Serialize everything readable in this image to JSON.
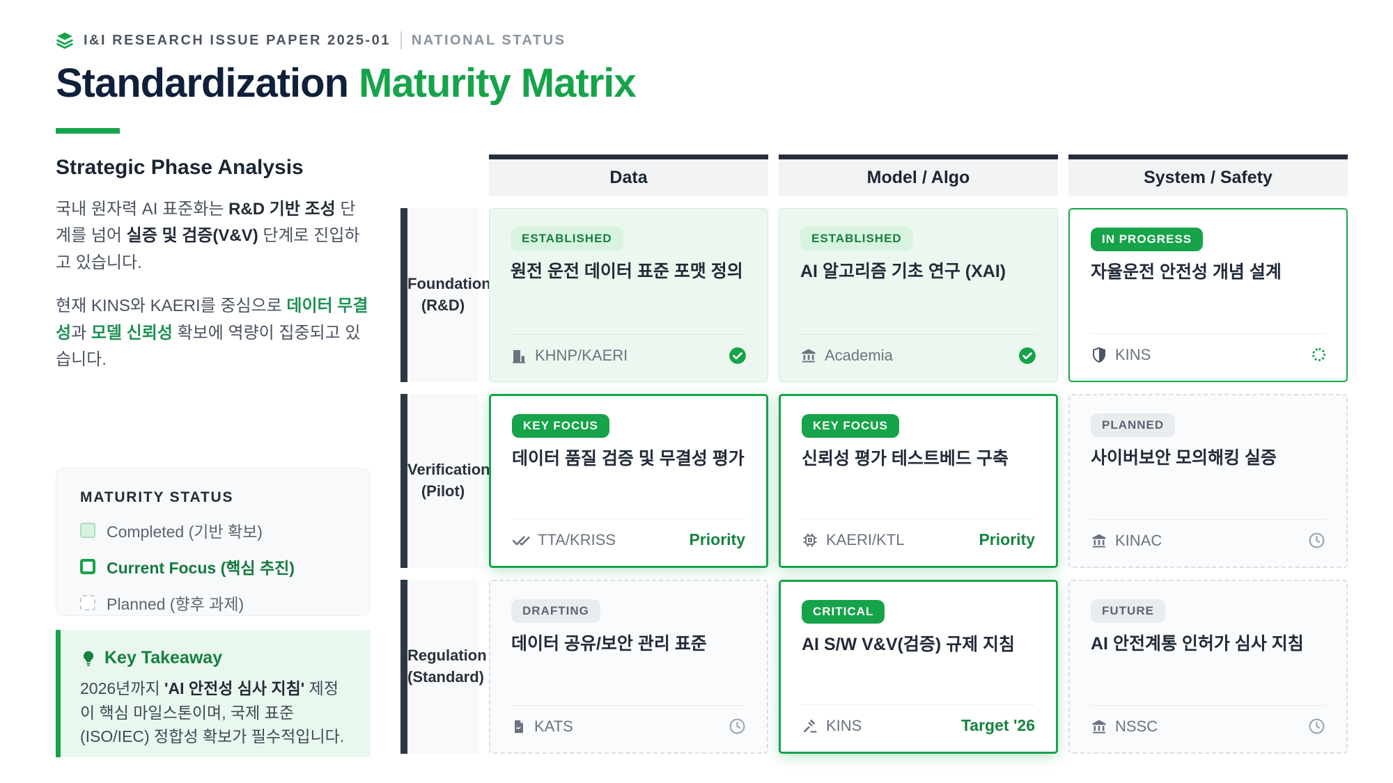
{
  "colors": {
    "accent": "#16a34a",
    "dark": "#232b38",
    "gray_text": "#6a7380",
    "soft_green_bg": "#ecf8ef",
    "badge_soft_bg": "#d9f3e1",
    "legend_bg": "#f8f9fa",
    "takeaway_bg": "#e9f7ee",
    "header_bar": "#262e3a"
  },
  "header": {
    "eyebrow_left": "I&I RESEARCH ISSUE PAPER 2025-01",
    "eyebrow_right": "NATIONAL STATUS",
    "title_black": "Standardization ",
    "title_green": "Maturity Matrix"
  },
  "intro": {
    "heading": "Strategic Phase Analysis",
    "p1": {
      "t1": "국내 원자력 AI 표준화는 ",
      "b1": "R&D 기반 조성",
      "t2": " 단계를 넘어 ",
      "b2": "실증 및 검증(V&V)",
      "t3": " 단계로 진입하고 있습니다."
    },
    "p2": {
      "t1": "현재 KINS와 KAERI를 중심으로 ",
      "g1": "데이터 무결성",
      "t2": "과 ",
      "g2": "모델 신뢰성",
      "t3": " 확보에 역량이 집중되고 있습니다."
    }
  },
  "legend": {
    "title": "MATURITY STATUS",
    "items": [
      {
        "label": "Completed (기반 확보)"
      },
      {
        "label": "Current Focus (핵심 추진)"
      },
      {
        "label": "Planned (향후 과제)"
      }
    ]
  },
  "takeaway": {
    "title": "Key Takeaway",
    "t1": "2026년까지 ",
    "b1": "'AI 안전성 심사 지침'",
    "t2": " 제정이 핵심 마일스톤이며, 국제 표준(ISO/IEC) 정합성 확보가 필수적입니다."
  },
  "matrix": {
    "columns": [
      "Data",
      "Model / Algo",
      "System / Safety"
    ],
    "rows": [
      {
        "line1": "Foundations",
        "line2": "(R&D)"
      },
      {
        "line1": "Verification",
        "line2": "(Pilot)"
      },
      {
        "line1": "Regulation",
        "line2": "(Standard)"
      }
    ],
    "cells": [
      {
        "badge": "ESTABLISHED",
        "title": "원전 운전 데이터 표준 포맷 정의",
        "org": "KHNP/KAERI",
        "org_icon": "building-icon",
        "status_icon": "check-circle-icon",
        "note": ""
      },
      {
        "badge": "ESTABLISHED",
        "title": "AI 알고리즘 기초 연구 (XAI)",
        "org": "Academia",
        "org_icon": "bank-icon",
        "status_icon": "check-circle-icon",
        "note": ""
      },
      {
        "badge": "IN PROGRESS",
        "title": "자율운전 안전성 개념 설계",
        "org": "KINS",
        "org_icon": "shield-icon",
        "status_icon": "spinner-icon",
        "note": ""
      },
      {
        "badge": "KEY FOCUS",
        "title": "데이터 품질 검증 및 무결성 평가",
        "org": "TTA/KRISS",
        "org_icon": "double-check-icon",
        "status_icon": "",
        "note": "Priority"
      },
      {
        "badge": "KEY FOCUS",
        "title": "신뢰성 평가 테스트베드 구축",
        "org": "KAERI/KTL",
        "org_icon": "chip-icon",
        "status_icon": "",
        "note": "Priority"
      },
      {
        "badge": "PLANNED",
        "title": "사이버보안 모의해킹 실증",
        "org": "KINAC",
        "org_icon": "bank-icon",
        "status_icon": "clock-icon",
        "note": ""
      },
      {
        "badge": "DRAFTING",
        "title": "데이터 공유/보안 관리 표준",
        "org": "KATS",
        "org_icon": "file-icon",
        "status_icon": "clock-icon",
        "note": ""
      },
      {
        "badge": "CRITICAL",
        "title": "AI S/W V&V(검증) 규제 지침",
        "org": "KINS",
        "org_icon": "gavel-icon",
        "status_icon": "",
        "note": "Target '26"
      },
      {
        "badge": "FUTURE",
        "title": "AI 안전계통 인허가 심사 지침",
        "org": "NSSC",
        "org_icon": "bank-icon",
        "status_icon": "clock-icon",
        "note": ""
      }
    ]
  }
}
